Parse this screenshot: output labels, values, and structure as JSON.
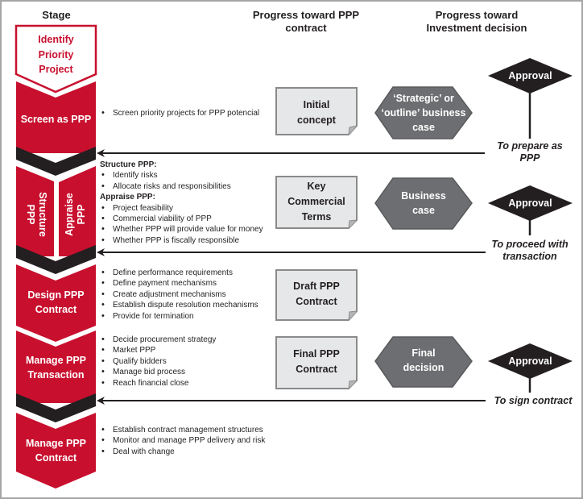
{
  "headers": {
    "stage": "Stage",
    "ppp_contract": [
      "Progress toward PPP",
      "contract"
    ],
    "investment": [
      "Progress toward",
      "Investment decision"
    ]
  },
  "colors": {
    "stage_red": "#c8102e",
    "separator_black": "#231f20",
    "document_fill": "#e6e7e8",
    "document_border": "#8a8a8a",
    "hexagon_fill": "#6d6e71",
    "diamond_fill": "#231f20"
  },
  "stages": [
    {
      "id": "identify",
      "lines": [
        "Identify",
        "Priority",
        "Project"
      ],
      "style": "outline"
    },
    {
      "id": "screen",
      "lines": [
        "Screen as PPP"
      ],
      "style": "filled"
    },
    {
      "id": "structure",
      "lines": [
        "Structure",
        "PPP"
      ],
      "style": "filled-vertical"
    },
    {
      "id": "appraise",
      "lines": [
        "Appraise",
        "PPP"
      ],
      "style": "filled-vertical"
    },
    {
      "id": "design",
      "lines": [
        "Design PPP",
        "Contract"
      ],
      "style": "filled"
    },
    {
      "id": "manage-transaction",
      "lines": [
        "Manage PPP",
        "Transaction"
      ],
      "style": "filled"
    },
    {
      "id": "manage-contract",
      "lines": [
        "Manage PPP",
        "Contract"
      ],
      "style": "filled"
    }
  ],
  "tasks": {
    "screen": [
      "Screen priority projects for PPP potencial"
    ],
    "structure_title": "Structure PPP:",
    "structure": [
      "Identify risks",
      "Allocate risks and responsibilities"
    ],
    "appraise_title": "Appraise PPP:",
    "appraise": [
      "Project feasibility",
      "Commercial viability of PPP",
      "Whether PPP will provide value for money",
      "Whether PPP is fiscally responsible"
    ],
    "design": [
      "Define performance requirements",
      "Define payment mechanisms",
      "Create adjustment mechanisms",
      "Establish dispute resolution mechanisms",
      "Provide for termination"
    ],
    "manage_transaction": [
      "Decide procurement strategy",
      "Market PPP",
      "Qualify bidders",
      "Manage bid process",
      "Reach financial close"
    ],
    "manage_contract": [
      "Establish contract management structures",
      "Monitor and manage PPP delivery and risk",
      "Deal with change"
    ]
  },
  "documents": [
    {
      "lines": [
        "Initial",
        "concept"
      ]
    },
    {
      "lines": [
        "Key",
        "Commercial",
        "Terms"
      ]
    },
    {
      "lines": [
        "Draft PPP",
        "Contract"
      ]
    },
    {
      "lines": [
        "Final PPP",
        "Contract"
      ]
    }
  ],
  "decisions": [
    {
      "lines": [
        "‘Strategic’ or",
        "‘outline’ business",
        "case"
      ]
    },
    {
      "lines": [
        "Business",
        "case"
      ]
    },
    {
      "lines": [
        "Final",
        "decision"
      ]
    }
  ],
  "approvals": [
    {
      "label": "Approval",
      "caption": [
        "To prepare as",
        "PPP"
      ]
    },
    {
      "label": "Approval",
      "caption": [
        "To proceed with",
        "transaction"
      ]
    },
    {
      "label": "Approval",
      "caption": [
        "To sign contract"
      ]
    }
  ]
}
